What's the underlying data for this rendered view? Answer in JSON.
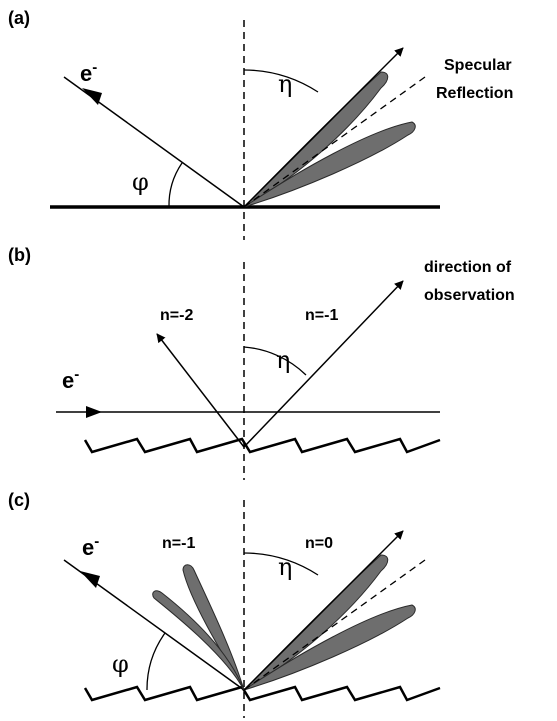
{
  "colors": {
    "ink": "#000000",
    "lobe_fill": "#6e6e6e",
    "lobe_edge": "#2a2a2a"
  },
  "panels": [
    {
      "tag": "(a)",
      "electron_label": "e",
      "electron_sup": "-",
      "eta": "η",
      "phi": "φ",
      "note_line1": "Specular",
      "note_line2": "Reflection"
    },
    {
      "tag": "(b)",
      "electron_label": "e",
      "electron_sup": "-",
      "eta": "η",
      "order_left": "n=-2",
      "order_right": "n=-1",
      "note_line1": "direction of",
      "note_line2": "observation"
    },
    {
      "tag": "(c)",
      "electron_label": "e",
      "electron_sup": "-",
      "eta": "η",
      "phi": "φ",
      "order_left": "n=-1",
      "order_right": "n=0"
    }
  ]
}
